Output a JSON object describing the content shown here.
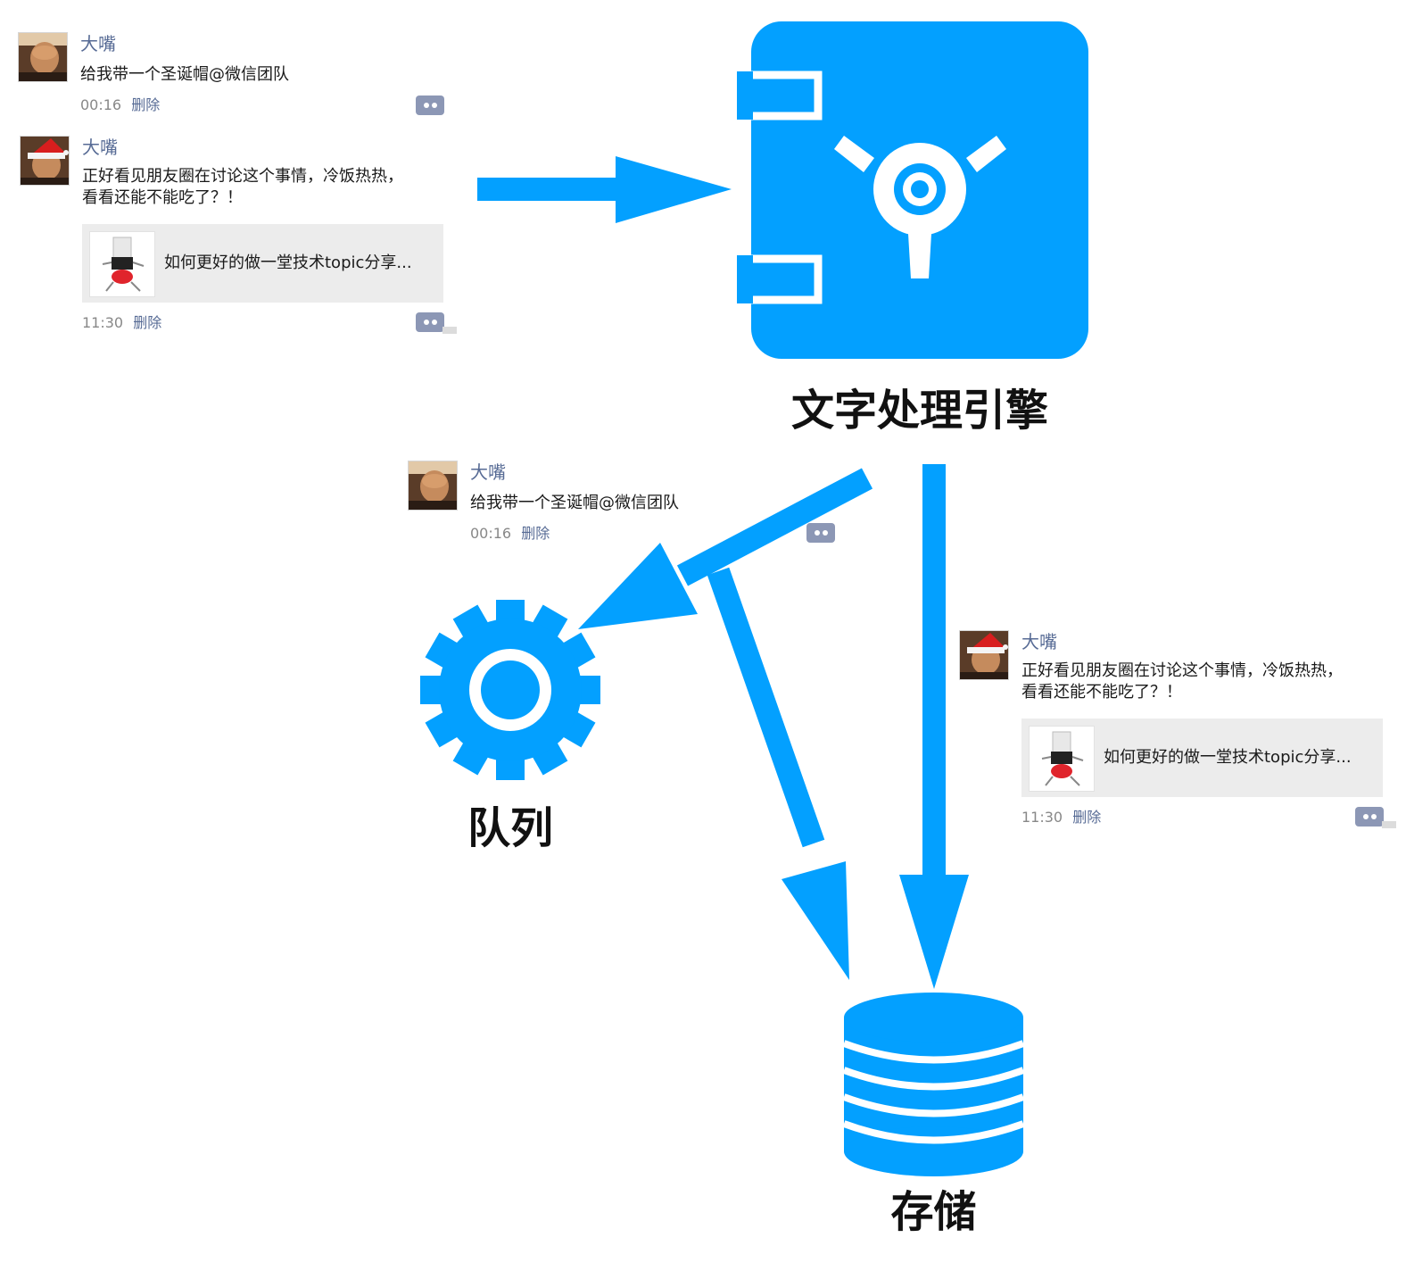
{
  "colors": {
    "accent": "#03a0ff",
    "link": "#576b95",
    "meta": "#888888",
    "card_bg": "#ececec"
  },
  "posts": [
    {
      "author": "大嘴",
      "text": "给我带一个圣诞帽@微信团队",
      "time": "00:16",
      "delete_label": "删除",
      "avatar": "avatar-plain"
    },
    {
      "author": "大嘴",
      "text": "正好看见朋友圈在讨论这个事情，冷饭热热，\n看看还能不能吃了？！",
      "link_title": "如何更好的做一堂技术topic分享...",
      "time": "11:30",
      "delete_label": "删除",
      "avatar": "avatar-santa-hat"
    },
    {
      "author": "大嘴",
      "text": "给我带一个圣诞帽@微信团队",
      "time": "00:16",
      "delete_label": "删除",
      "avatar": "avatar-plain"
    },
    {
      "author": "大嘴",
      "text": "正好看见朋友圈在讨论这个事情，冷饭热热，\n看看还能不能吃了？！",
      "link_title": "如何更好的做一堂技术topic分享...",
      "time": "11:30",
      "delete_label": "删除",
      "avatar": "avatar-santa-hat"
    }
  ],
  "nodes": {
    "engine": {
      "label": "文字处理引擎",
      "icon": "vault-icon"
    },
    "queue": {
      "label": "队列",
      "icon": "gear-icon"
    },
    "storage": {
      "label": "存储",
      "icon": "database-icon"
    }
  }
}
